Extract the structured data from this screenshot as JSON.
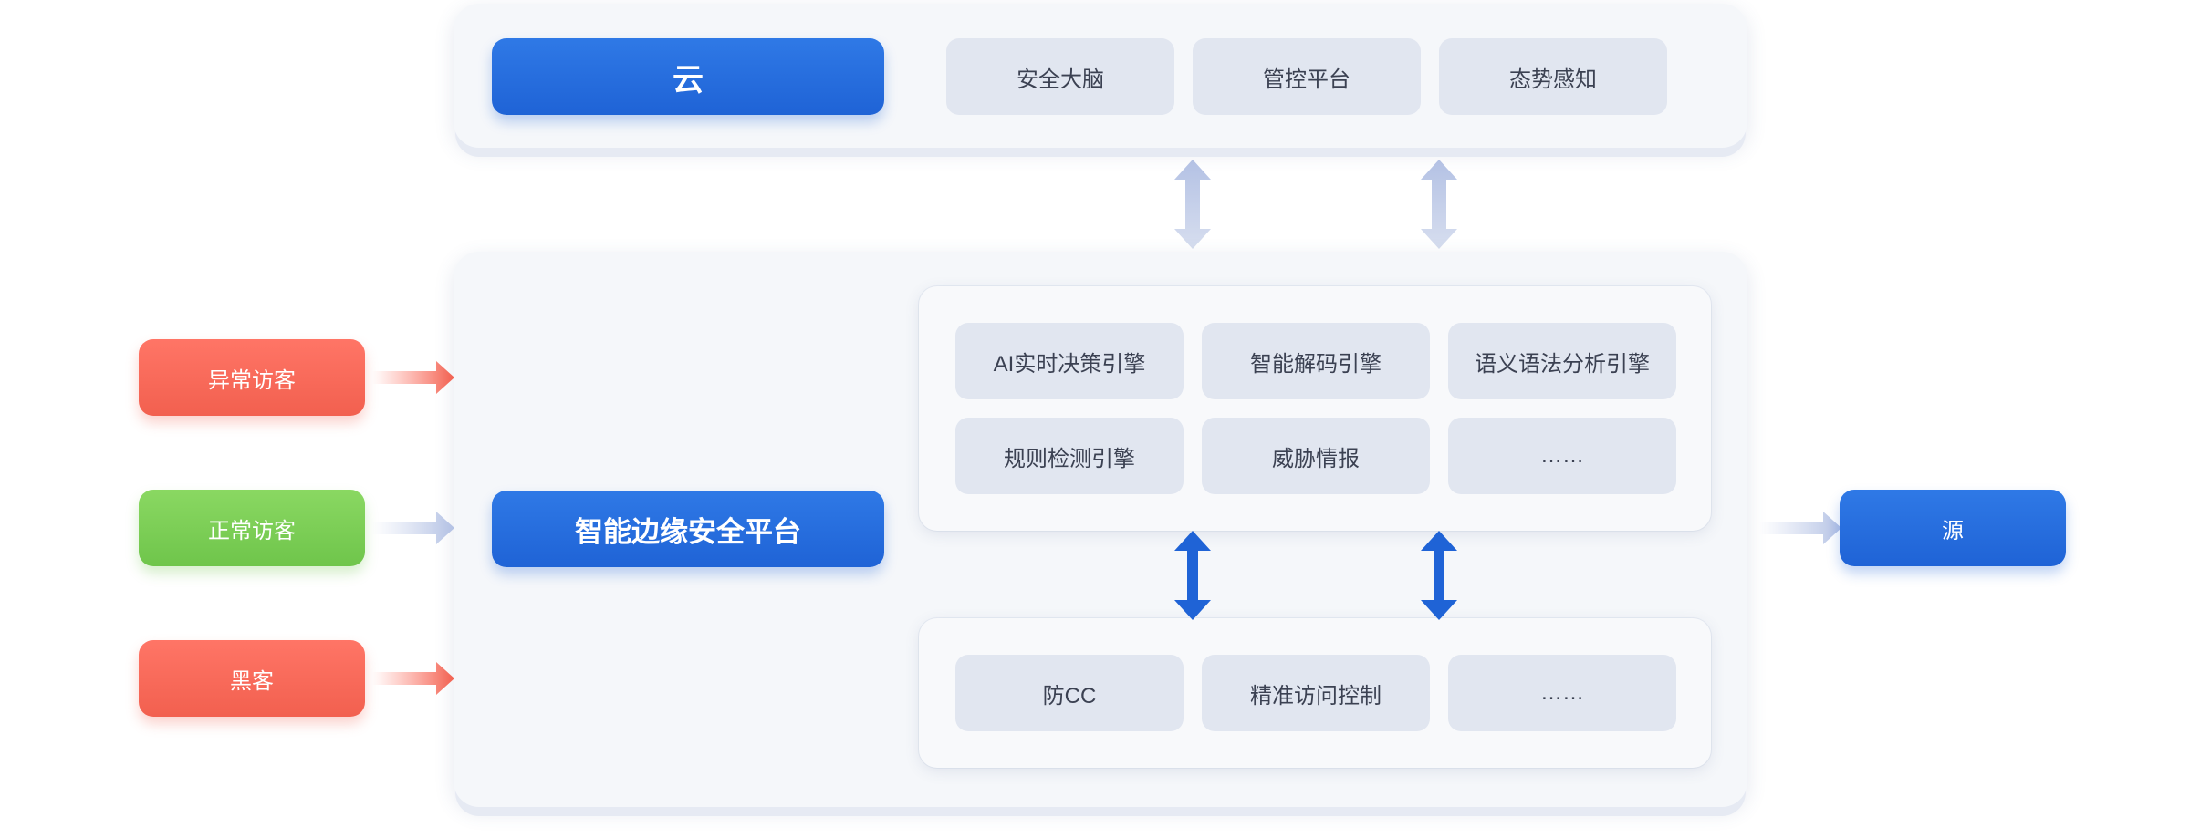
{
  "cloud": {
    "title": "云",
    "items": [
      "安全大脑",
      "管控平台",
      "态势感知"
    ]
  },
  "platform": {
    "title": "智能边缘安全平台",
    "engines": [
      "AI实时决策引擎",
      "智能解码引擎",
      "语义语法分析引擎",
      "规则检测引擎",
      "威胁情报",
      "……"
    ],
    "functions": [
      "防CC",
      "精准访问控制",
      "……"
    ]
  },
  "visitors": [
    {
      "label": "异常访客",
      "color": "#f2604f"
    },
    {
      "label": "正常访客",
      "color": "#6fc54b"
    },
    {
      "label": "黑客",
      "color": "#f2604f"
    }
  ],
  "origin": {
    "label": "源"
  },
  "colors": {
    "brand_blue": "#1f63d6",
    "light_arrow": "#c4cfea",
    "chip_bg": "#e1e6f0",
    "panel_bg": "#f5f7fa"
  }
}
